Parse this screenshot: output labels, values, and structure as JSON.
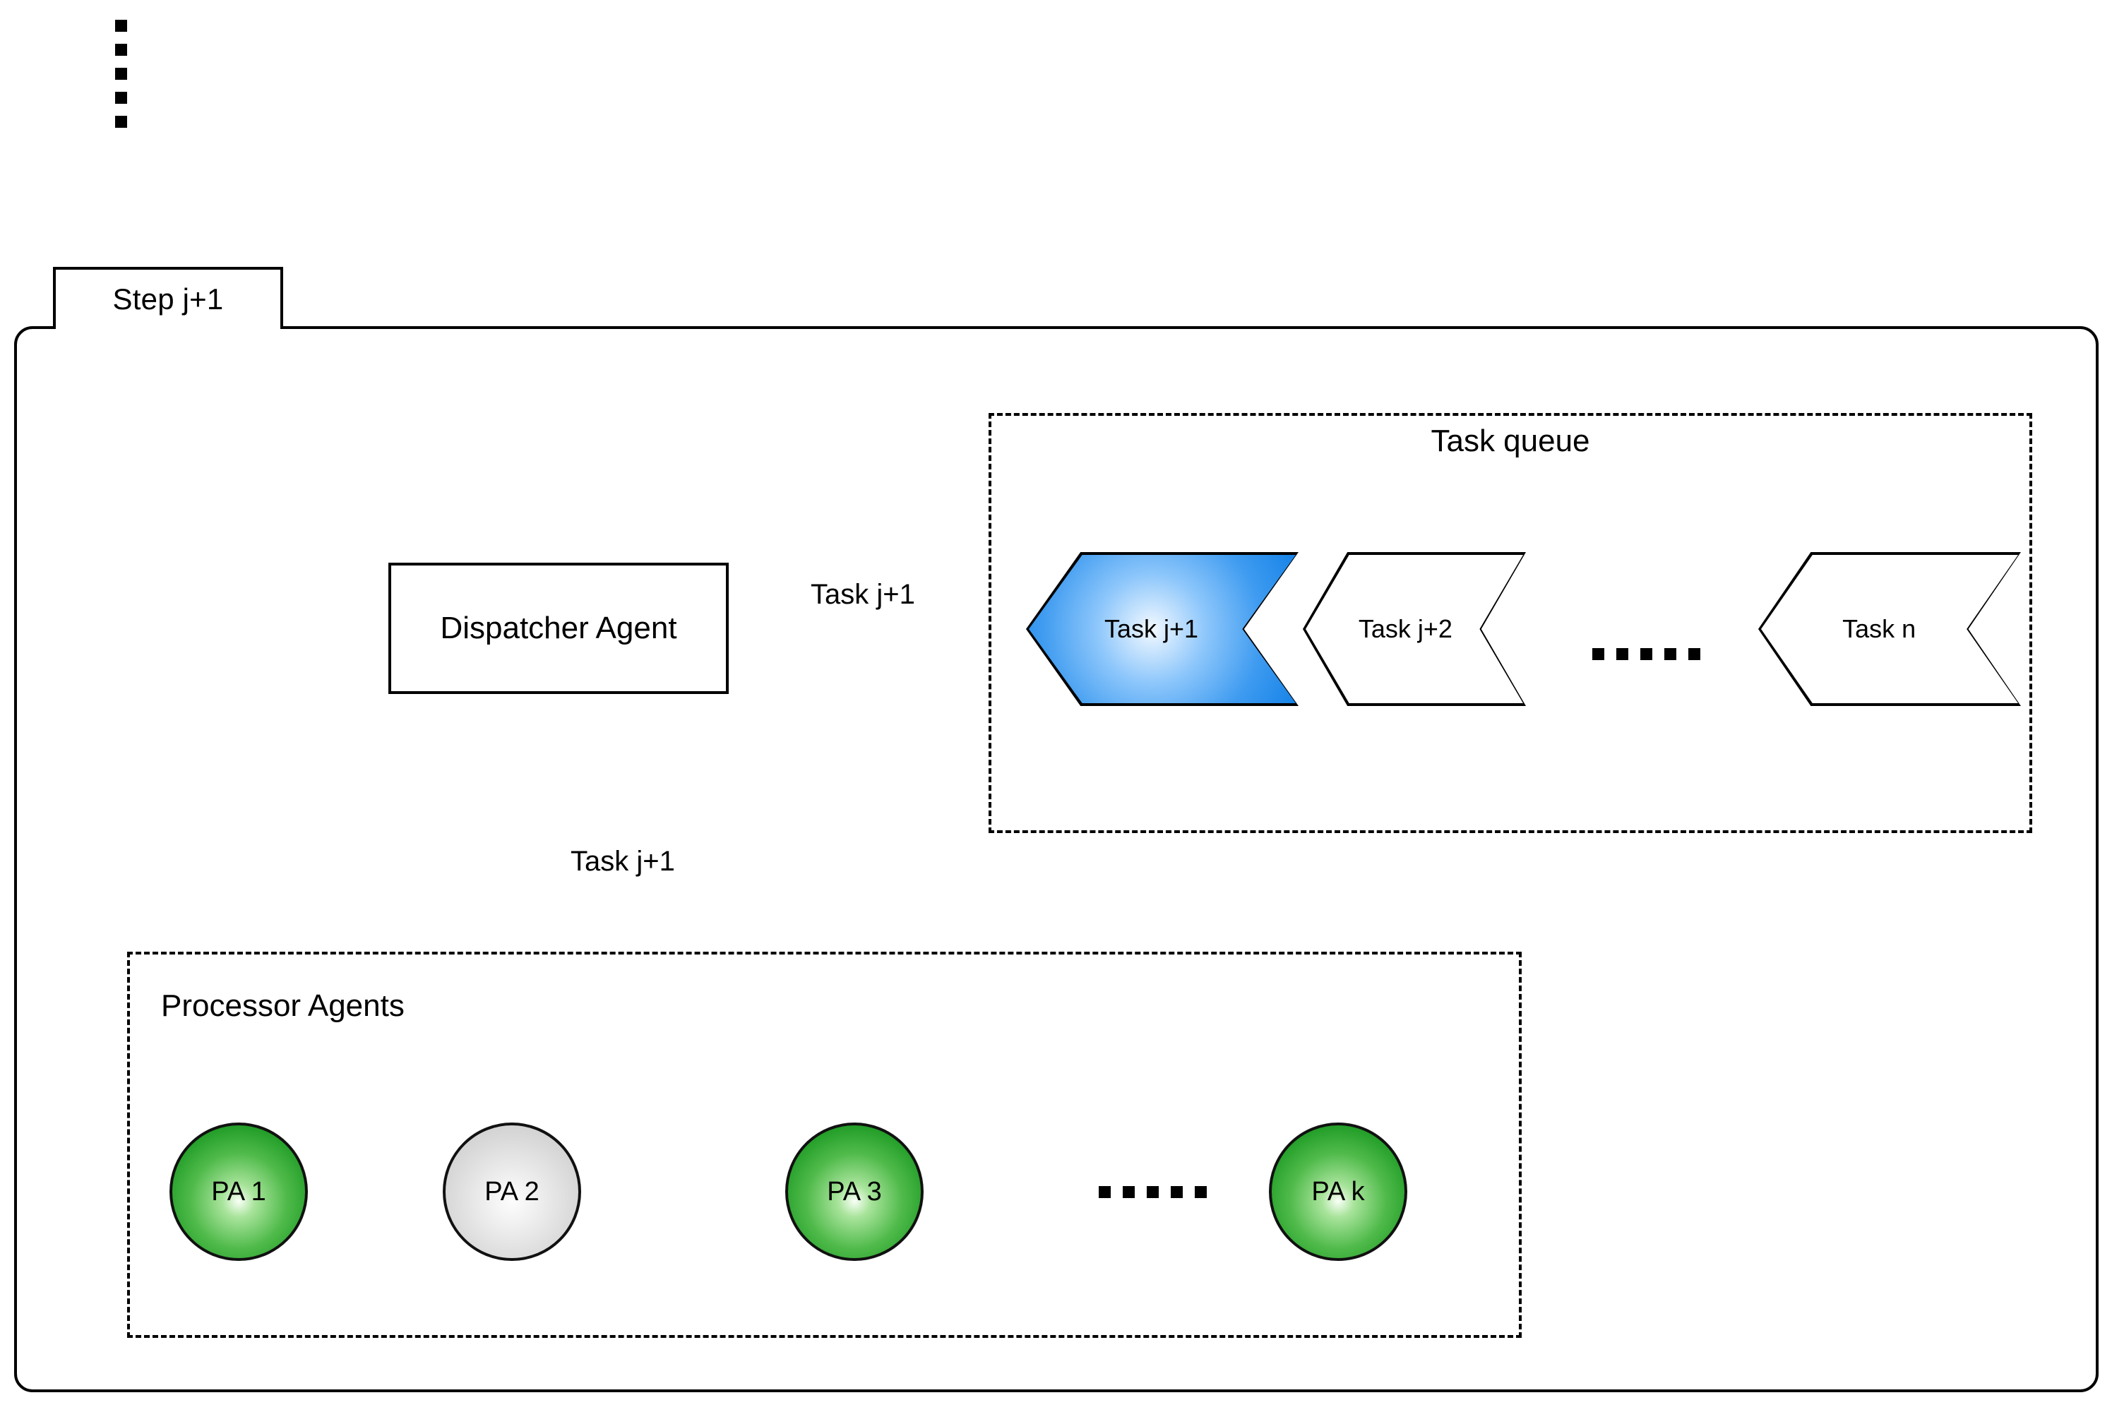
{
  "diagram": {
    "title": "Step j+1",
    "continuation_marker": "vertical-ellipsis",
    "colors": {
      "active_task_blue": "#3e9bf0",
      "busy_agent_green": "#1d9a24",
      "idle_agent_gray": "#dcdcdc",
      "stroke_black": "#000000",
      "background_white": "#ffffff"
    }
  },
  "step": {
    "tab_label": "Step j+1"
  },
  "task_queue": {
    "title": "Task queue",
    "ellipsis": ".....",
    "tasks": [
      {
        "label": "Task j+1",
        "state": "active",
        "fill": "blue-gradient"
      },
      {
        "label": "Task j+2",
        "state": "pending",
        "fill": "white"
      },
      {
        "label": "Task n",
        "state": "pending",
        "fill": "white"
      }
    ]
  },
  "dispatcher": {
    "label": "Dispatcher Agent"
  },
  "processor_agents": {
    "title": "Processor Agents",
    "ellipsis": ".....",
    "agents": [
      {
        "label": "PA 1",
        "state": "busy",
        "fill": "green-gradient"
      },
      {
        "label": "PA 2",
        "state": "idle",
        "fill": "gray-gradient"
      },
      {
        "label": "PA 3",
        "state": "busy",
        "fill": "green-gradient"
      },
      {
        "label": "PA k",
        "state": "busy",
        "fill": "green-gradient"
      }
    ]
  },
  "edges": [
    {
      "id": "queue-to-dispatcher",
      "label": "Task j+1",
      "from": "Task j+1",
      "to": "Dispatcher Agent",
      "arrow": "left"
    },
    {
      "id": "dispatcher-to-pa3",
      "label": "Task j+1",
      "from": "Dispatcher Agent",
      "to": "PA 3",
      "arrow": "down"
    }
  ]
}
